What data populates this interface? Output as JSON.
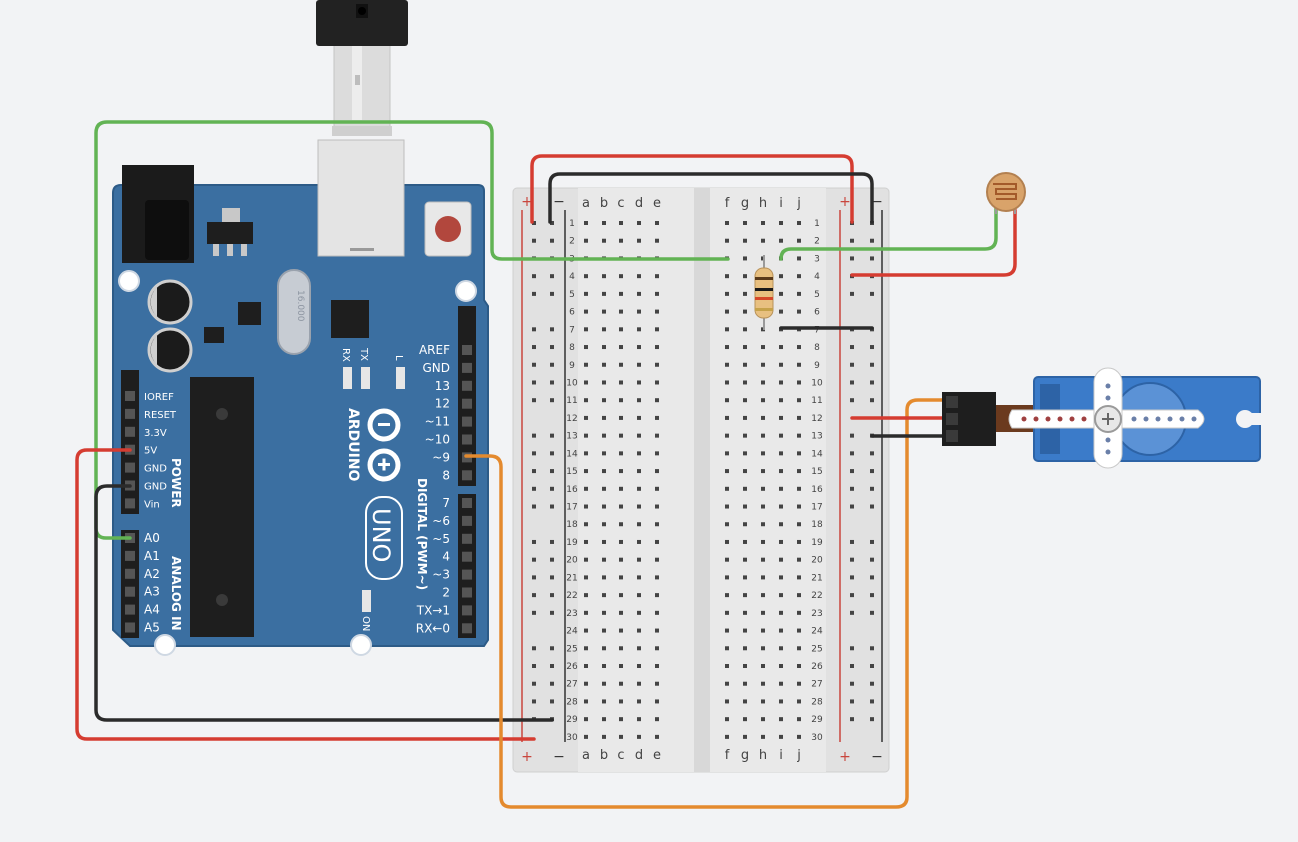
{
  "arduino": {
    "brand": "ARDUINO",
    "model": "UNO",
    "crystal": "16.000",
    "on_label": "ON",
    "rx_label": "RX",
    "tx_label": "TX",
    "l_label": "L",
    "power_section": "POWER",
    "analog_section": "ANALOG IN",
    "digital_section": "DIGITAL (PWM~)",
    "power_pins": [
      "IOREF",
      "RESET",
      "3.3V",
      "5V",
      "GND",
      "GND",
      "Vin"
    ],
    "analog_pins": [
      "A0",
      "A1",
      "A2",
      "A3",
      "A4",
      "A5"
    ],
    "digital_top": [
      "AREF",
      "GND",
      "13",
      "12",
      "~11",
      "~10",
      "~9",
      "8"
    ],
    "digital_bottom": [
      "7",
      "~6",
      "~5",
      "4",
      "~3",
      "2",
      "TX→1",
      "RX←0"
    ]
  },
  "breadboard": {
    "cols_left": [
      "a",
      "b",
      "c",
      "d",
      "e"
    ],
    "cols_right": [
      "f",
      "g",
      "h",
      "i",
      "j"
    ],
    "plus": "+",
    "minus": "−",
    "row_count": 30
  },
  "components": [
    "arduino-uno",
    "breadboard",
    "photoresistor",
    "resistor",
    "micro-servo"
  ],
  "wire_colors": {
    "red": "#d53c31",
    "black": "#2b2b2b",
    "green": "#62b354",
    "orange": "#e48a2e"
  }
}
